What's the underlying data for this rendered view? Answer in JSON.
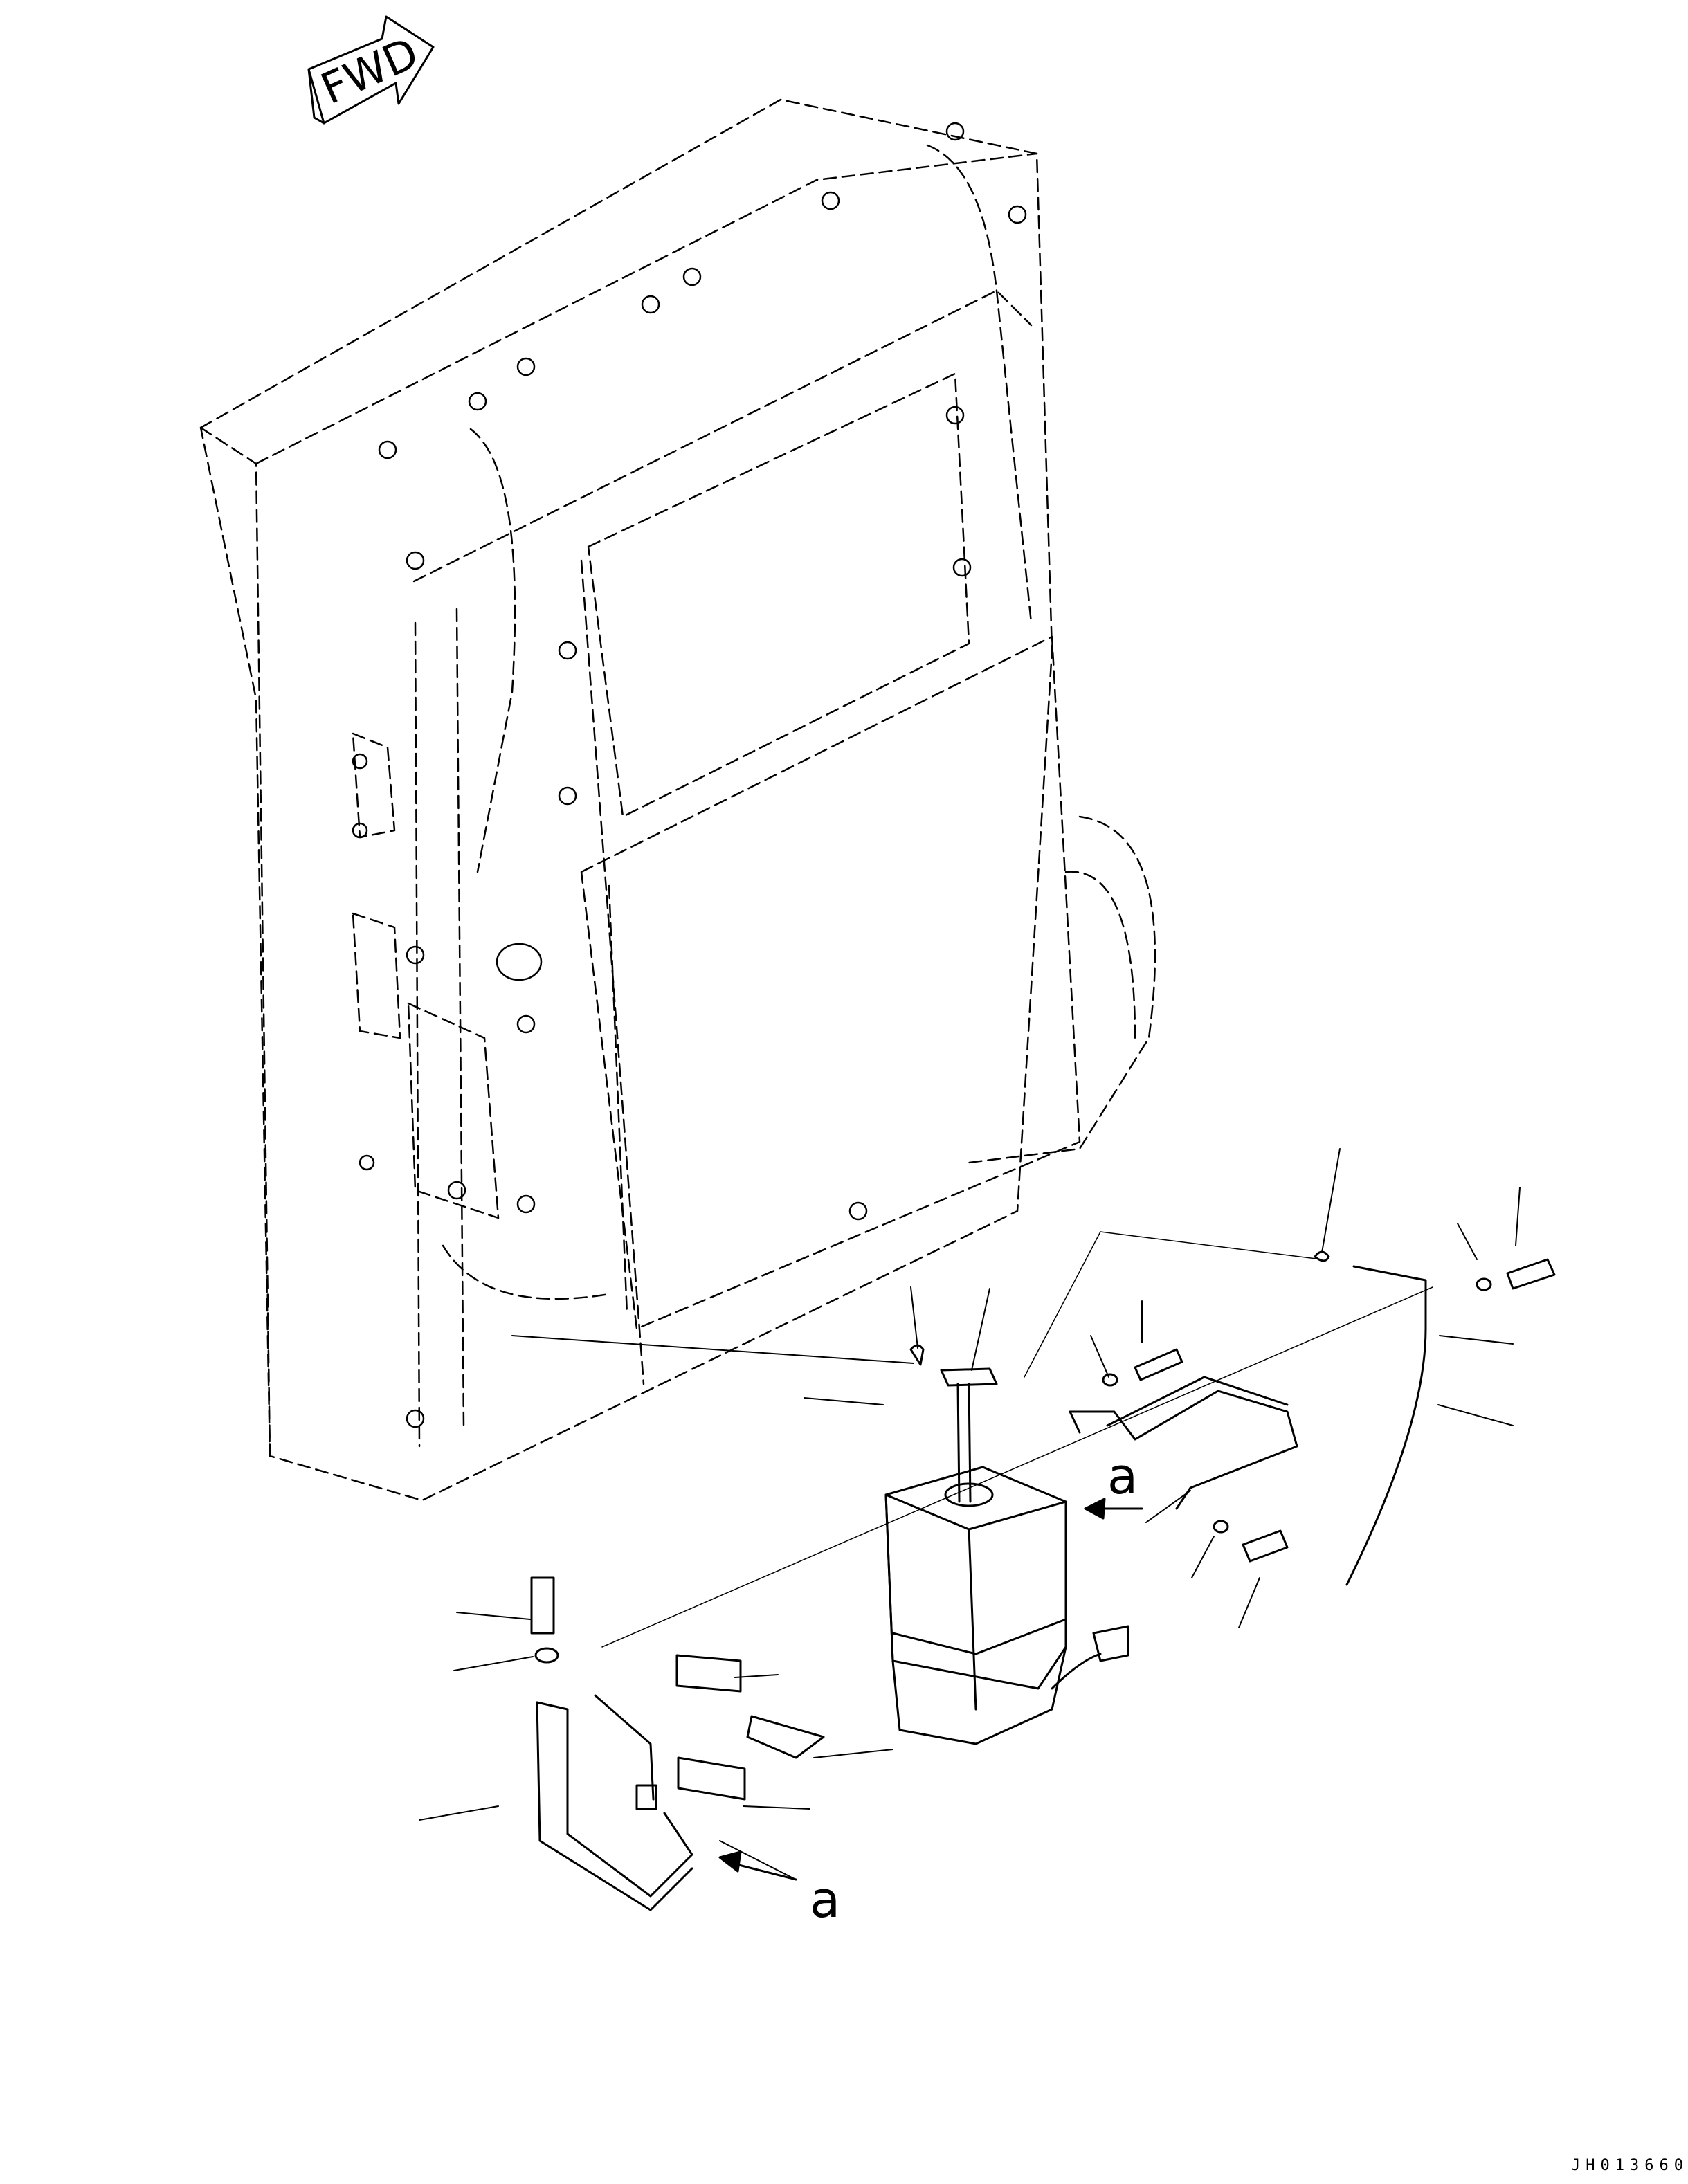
{
  "direction_marker": {
    "text": "FWD"
  },
  "view_labels": {
    "upper": "a",
    "lower": "a"
  },
  "drawing_code": "JH013660",
  "colors": {
    "line": "#000000",
    "background": "#ffffff"
  }
}
